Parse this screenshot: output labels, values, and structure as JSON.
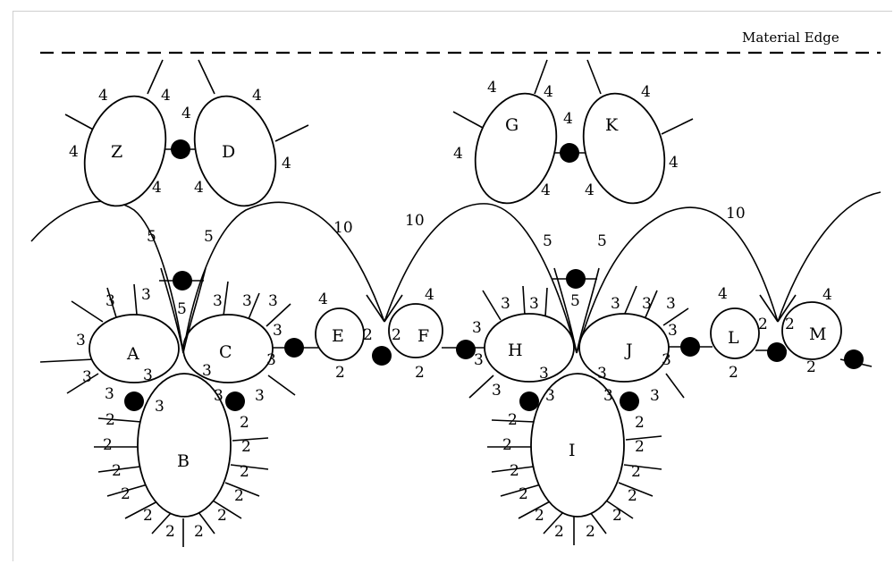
{
  "diagram": {
    "edge_label": "Material Edge",
    "labels": [
      "Z",
      "D",
      "G",
      "K",
      "A",
      "C",
      "E",
      "F",
      "H",
      "J",
      "L",
      "M",
      "B",
      "I"
    ],
    "pair_numbers": {
      "four": "4",
      "five": "5",
      "ten": "10",
      "three": "3",
      "two": "2"
    }
  }
}
